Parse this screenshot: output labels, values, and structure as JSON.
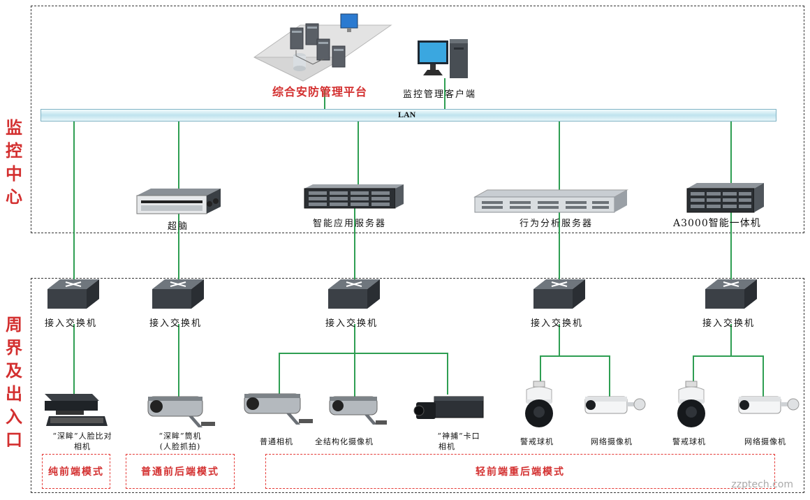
{
  "side_labels": {
    "center": "监控中心",
    "perimeter": "周界及出入口"
  },
  "network": {
    "lan_label": "LAN"
  },
  "center": {
    "platform": "综合安防管理平台",
    "client": "监控管理客户端",
    "servers": [
      "超脑",
      "智能应用服务器",
      "行为分析服务器",
      "A3000智能一体机"
    ]
  },
  "switches": [
    "接入交换机",
    "接入交换机",
    "接入交换机",
    "接入交换机",
    "接入交换机"
  ],
  "cameras": {
    "face_line1": "“深眸”人脸比对",
    "face_line2": "相机",
    "bullet_line1": "“深眸”筒机",
    "bullet_line2": "(人脸抓拍)",
    "normal": "普通相机",
    "structured": "全结构化摄像机",
    "checkpoint_line1": "“神捕”卡口",
    "checkpoint_line2": "相机",
    "dome1": "警戒球机",
    "net1": "网络摄像机",
    "dome2": "警戒球机",
    "net2": "网络摄像机"
  },
  "modes": [
    "纯前端模式",
    "普通前后端模式",
    "轻前端重后端模式"
  ],
  "watermark": "zzptech.com",
  "colors": {
    "link_line": "#2e9e52",
    "accent_red": "#d32f2f"
  }
}
